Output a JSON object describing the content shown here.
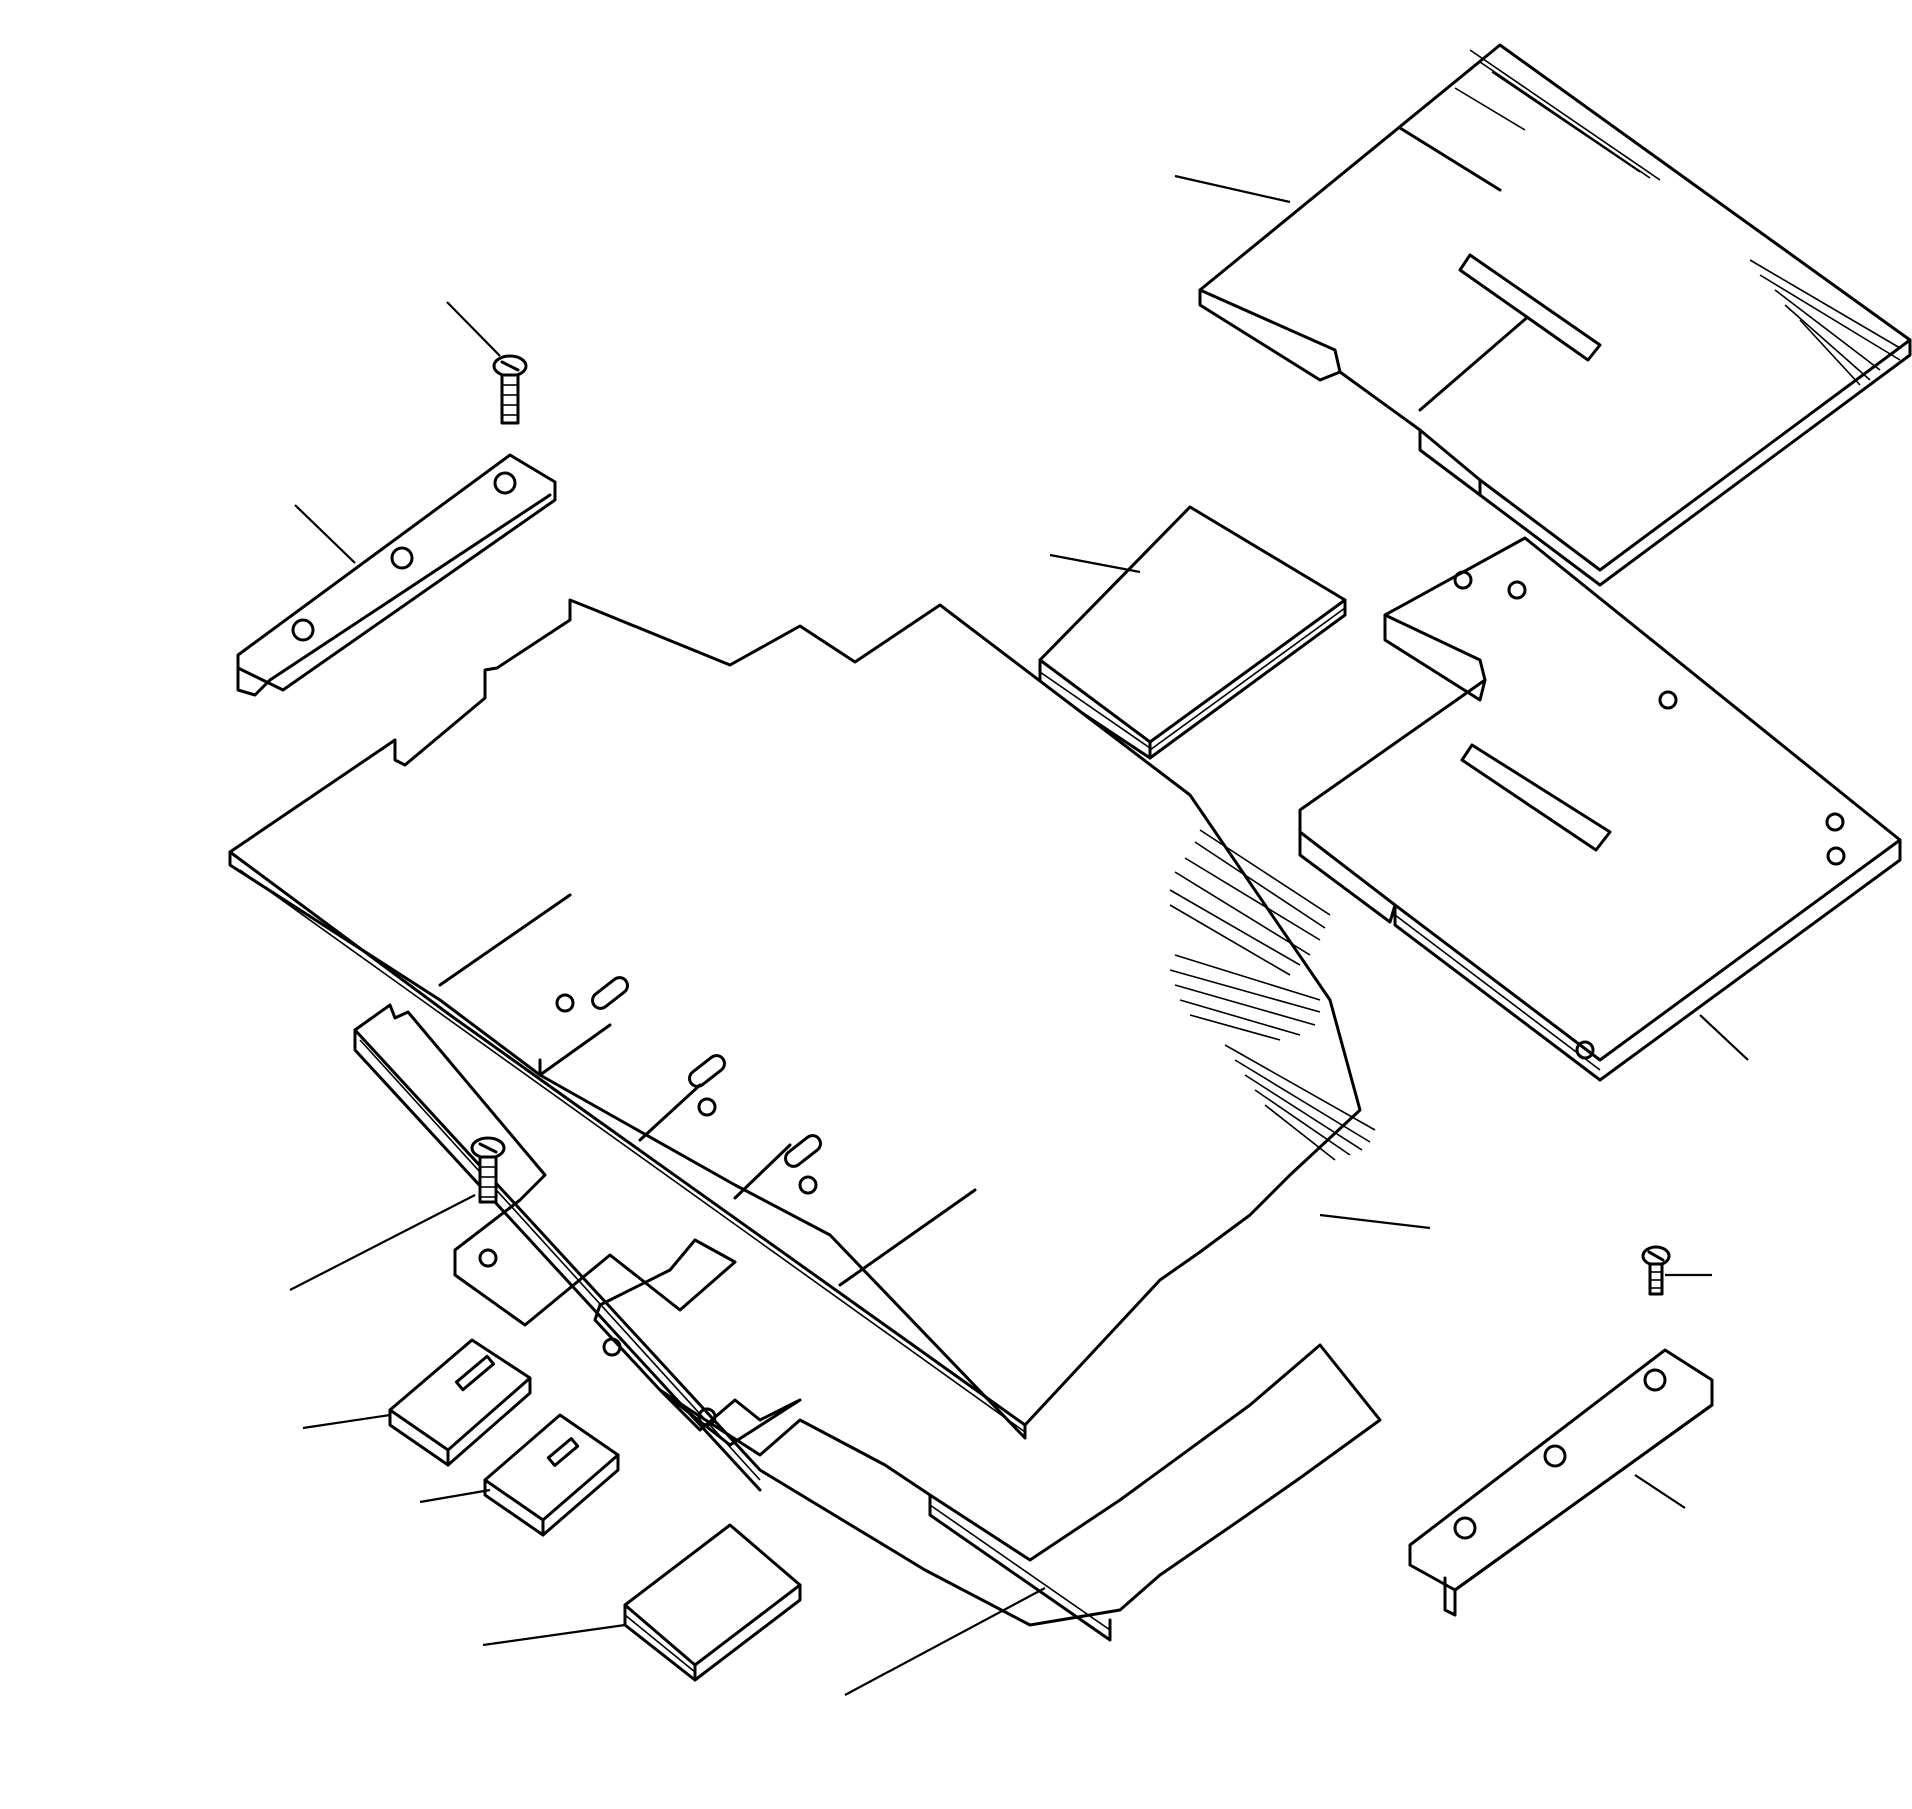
{
  "figure": {
    "background": "#ffffff",
    "ink": "#000000",
    "parts": [
      {
        "id": "upper-shim-plate",
        "callout": ""
      },
      {
        "id": "shim-block",
        "callout": ""
      },
      {
        "id": "right-shim-plate",
        "callout": ""
      },
      {
        "id": "main-shim-plate",
        "callout": ""
      },
      {
        "id": "lower-shim-plate",
        "callout": ""
      },
      {
        "id": "left-bracket",
        "callout": ""
      },
      {
        "id": "right-bracket",
        "callout": ""
      },
      {
        "id": "bolt-upper-left",
        "callout": ""
      },
      {
        "id": "bolt-middle-left",
        "callout": ""
      },
      {
        "id": "bolt-right",
        "callout": ""
      },
      {
        "id": "small-shim-a",
        "callout": ""
      },
      {
        "id": "small-shim-b",
        "callout": ""
      },
      {
        "id": "small-shim-c",
        "callout": ""
      }
    ]
  }
}
